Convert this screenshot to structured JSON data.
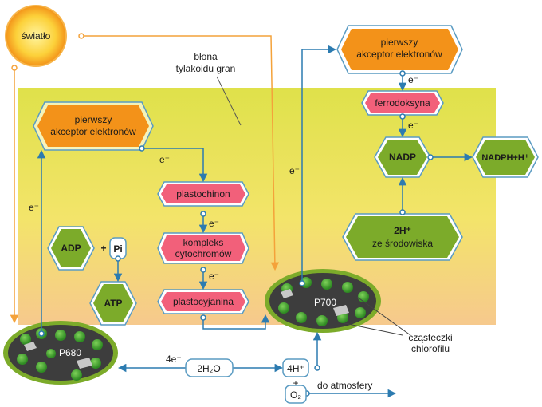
{
  "labels": {
    "sun": "światło",
    "membrane_line1": "błona",
    "membrane_line2": "tylakoidu gran",
    "acceptor_line1": "pierwszy",
    "acceptor_line2": "akceptor elektronów",
    "plastoquinone": "plastochinon",
    "cytochrome_line1": "kompleks",
    "cytochrome_line2": "cytochromów",
    "plastocyanin": "plastocyjanina",
    "ferredoxin": "ferrodoksyna",
    "nadp": "NADP",
    "nadph": "NADPH+H⁺",
    "h2_line1": "2H⁺",
    "h2_line2": "ze środowiska",
    "adp": "ADP",
    "plus": "+",
    "pi": "Pi",
    "atp": "ATP",
    "p680": "P680",
    "p700": "P700",
    "chlorophyll_line1": "cząsteczki",
    "chlorophyll_line2": "chlorofilu",
    "four_e": "4e⁻",
    "water": "2H₂O",
    "four_h": "4H⁺",
    "oxygen": "O₂",
    "atmosphere": "do atmosfery",
    "electron": "e⁻"
  },
  "colors": {
    "orange": "#f39219",
    "pink": "#f2607a",
    "green": "#7cab2a",
    "arrow": "#2c7bb0",
    "light_ray": "#f4a23a"
  }
}
